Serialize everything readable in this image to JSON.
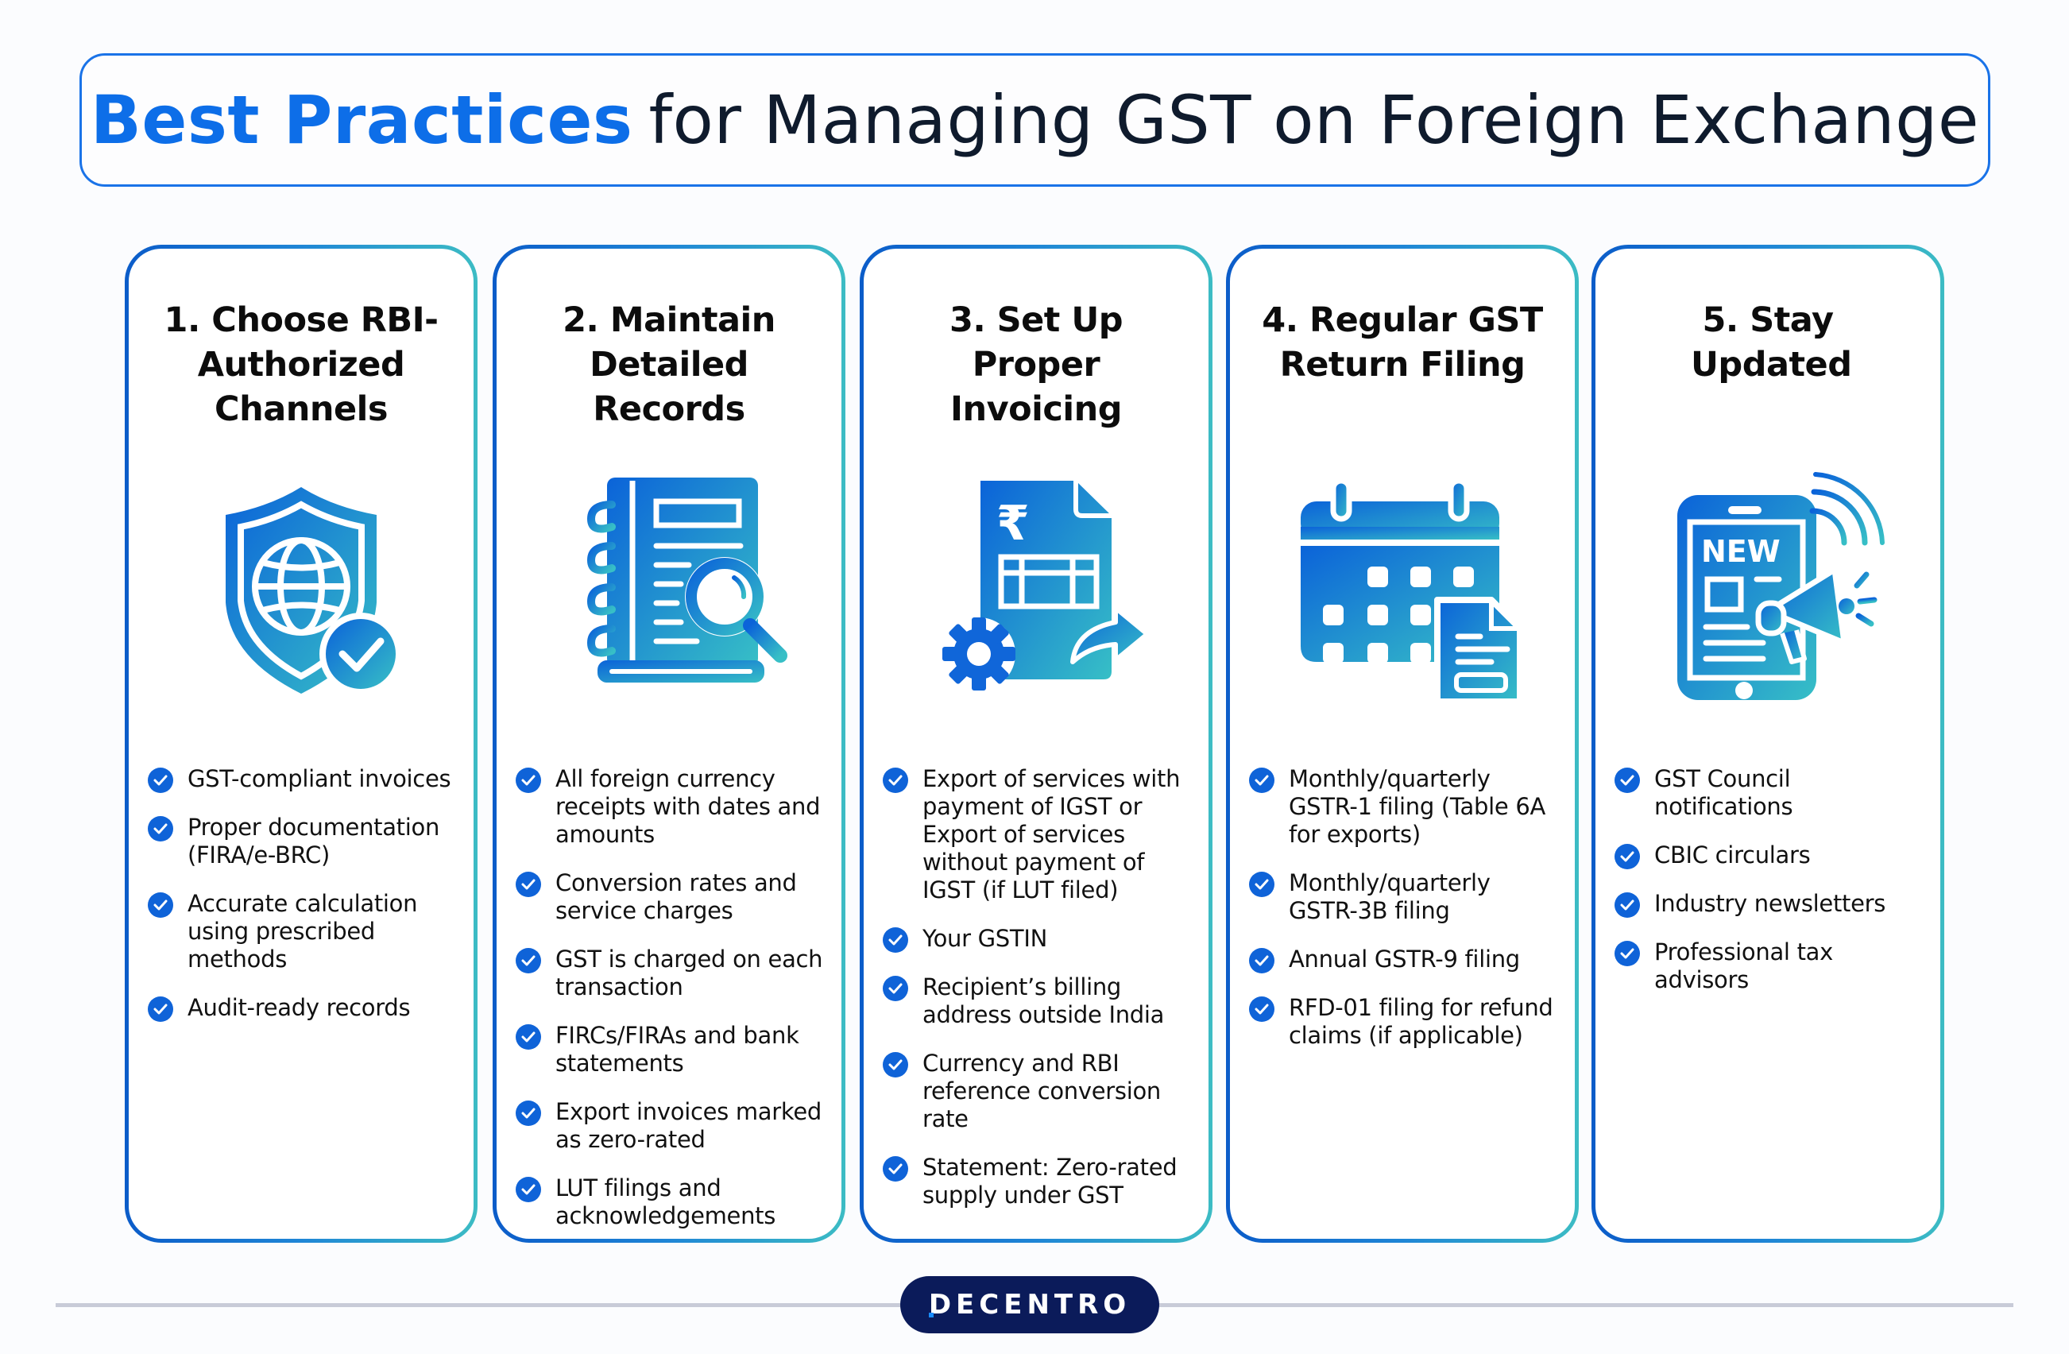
{
  "header": {
    "title_accent": "Best Practices",
    "title_rest": "for Managing GST on Foreign Exchange",
    "accent_color": "#0d6ee8",
    "border_color": "#1a73e8"
  },
  "cards": [
    {
      "heading": "1. Choose RBI-Authorized Channels",
      "icon": "shield-globe-check-icon",
      "bullets": [
        "GST-compliant invoices",
        "Proper documentation (FIRA/e-BRC)",
        "Accurate calculation using prescribed methods",
        "Audit-ready records"
      ]
    },
    {
      "heading": "2. Maintain Detailed Records",
      "icon": "notebook-magnifier-icon",
      "bullets": [
        "All foreign currency receipts with dates and amounts",
        "Conversion rates and service charges",
        "GST is charged on each transaction",
        "FIRCs/FIRAs and bank statements",
        "Export invoices marked as zero-rated",
        "LUT filings and acknowledgements"
      ]
    },
    {
      "heading": "3. Set Up Proper Invoicing",
      "icon": "rupee-invoice-gear-icon",
      "bullets": [
        "Export of services with payment of IGST or Export of services without payment of IGST (if LUT filed)",
        "Your GSTIN",
        "Recipient’s billing address outside India",
        "Currency and RBI reference conversion rate",
        "Statement: Zero-rated supply under GST"
      ]
    },
    {
      "heading": "4. Regular GST Return Filing",
      "icon": "calendar-document-icon",
      "bullets": [
        "Monthly/quarterly GSTR-1 filing (Table 6A for exports)",
        "Monthly/quarterly GSTR-3B filing",
        "Annual GSTR-9 filing",
        "RFD-01 filing for refund claims (if applicable)"
      ]
    },
    {
      "heading": "5. Stay Updated",
      "icon": "phone-news-megaphone-icon",
      "icon_text": "NEW",
      "bullets": [
        "GST Council notifications",
        "CBIC circulars",
        "Industry newsletters",
        "Professional tax advisors"
      ]
    }
  ],
  "footer": {
    "brand": "DECENTRO",
    "pill_color": "#0b1b5a"
  },
  "colors": {
    "gradient_start": "#0b5cc9",
    "gradient_end": "#3cbcc4",
    "check": "#0f63d8"
  }
}
